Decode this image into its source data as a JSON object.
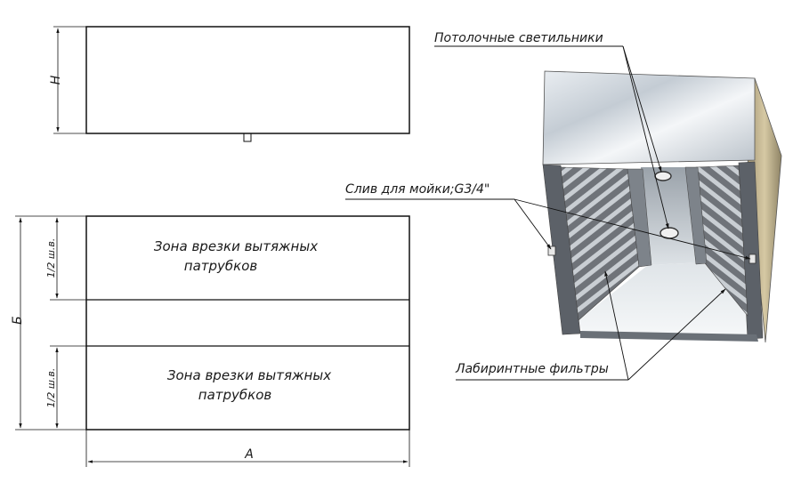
{
  "dimensions": {
    "height_label": "H",
    "depth_label": "Б",
    "width_label": "A",
    "half_width_top": "1/2 ш.в.",
    "half_width_bottom": "1/2 ш.в."
  },
  "zones": {
    "top_line1": "Зона врезки вытяжных",
    "top_line2": "патрубков",
    "bottom_line1": "Зона врезки вытяжных",
    "bottom_line2": "патрубков"
  },
  "callouts": {
    "ceiling_lights": "Потолочные светильники",
    "drain": "Слив для мойки;G3/4\"",
    "filters": "Лабиринтные фильтры"
  }
}
